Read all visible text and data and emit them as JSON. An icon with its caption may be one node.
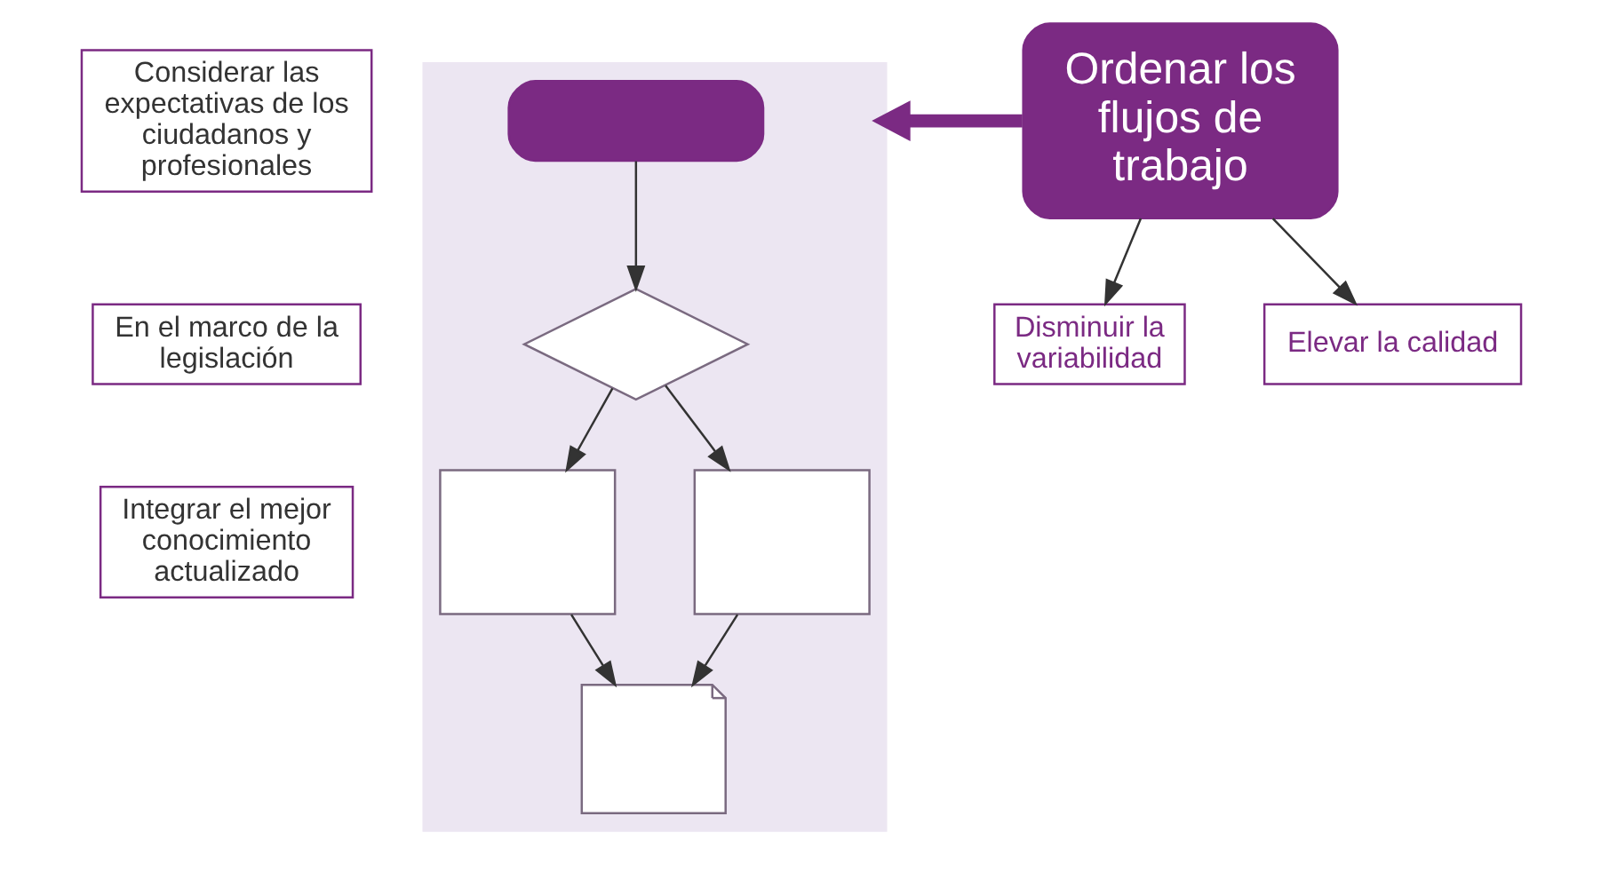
{
  "diagram": {
    "nodes": [
      {
        "text": [
          "Considerar las expectativas de los ciudadanos y profesionales"
        ]
      },
      {
        "text": [
          "En el marco de la legislación"
        ]
      },
      {
        "text": [
          "Integrar el mejor conocimiento actualizado"
        ]
      },
      {
        "text": [],
        "shape": "box"
      },
      {
        "text": [],
        "shape": "box",
        "in": 3
      },
      {
        "text": [],
        "shape": "diamond",
        "in": 3
      },
      {
        "text": [],
        "shape": "box",
        "in": 3
      },
      {
        "text": [],
        "shape": "box",
        "in": 3
      },
      {
        "text": [],
        "shape": "document",
        "in": 3
      },
      {
        "text": [
          "Ordenar los flujos de trabajo"
        ]
      },
      {
        "text": [
          "Disminuir la variabilidad"
        ]
      },
      {
        "text": [
          "Elevar la calidad"
        ]
      }
    ],
    "edges": [
      {
        "from": 4,
        "to": 5,
        "arrow": "to"
      },
      {
        "from": 5,
        "to": 6,
        "arrow": "to"
      },
      {
        "from": 5,
        "to": 7,
        "arrow": "to"
      },
      {
        "from": 6,
        "to": 8,
        "arrow": "to"
      },
      {
        "from": 7,
        "to": 8,
        "arrow": "to"
      },
      {
        "from": 9,
        "to": 3,
        "arrow": "to",
        "style": "thick",
        "color": "#7b2a83"
      },
      {
        "from": 9,
        "to": 10,
        "arrow": "to"
      },
      {
        "from": 9,
        "to": 11,
        "arrow": "to"
      }
    ]
  }
}
